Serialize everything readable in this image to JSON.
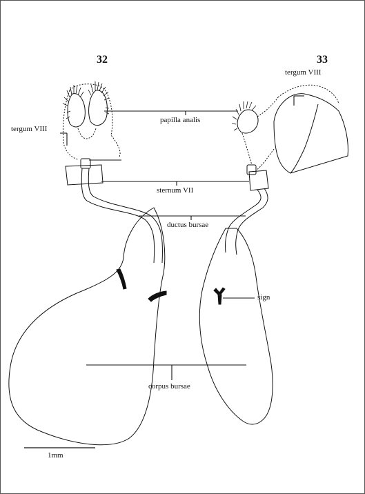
{
  "figure_numbers": {
    "left": "32",
    "right": "33"
  },
  "labels": {
    "tergum_left": "tergum VIII",
    "tergum_right": "tergum VIII",
    "papilla_analis": "papilla analis",
    "sternum": "sternum VII",
    "ductus_bursae": "ductus bursae",
    "signum": "sign",
    "corpus_bursae": "corpus bursae"
  },
  "scale_bar": {
    "label": "1mm"
  }
}
